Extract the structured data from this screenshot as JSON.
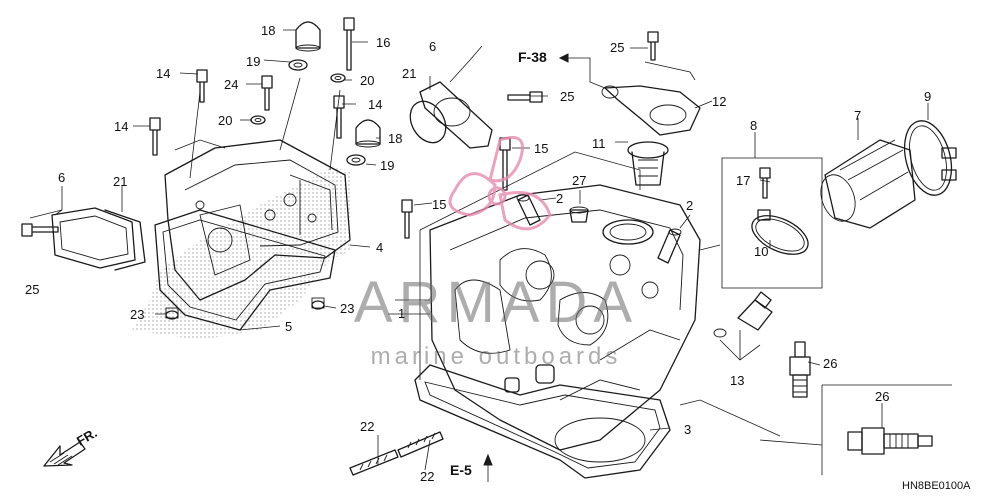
{
  "callouts": [
    {
      "id": "c18a",
      "text": "18"
    },
    {
      "id": "c16",
      "text": "16"
    },
    {
      "id": "c19a",
      "text": "19"
    },
    {
      "id": "c20a",
      "text": "20"
    },
    {
      "id": "c14a",
      "text": "14"
    },
    {
      "id": "c24",
      "text": "24"
    },
    {
      "id": "c14b",
      "text": "14"
    },
    {
      "id": "c14c",
      "text": "14"
    },
    {
      "id": "c20b",
      "text": "20"
    },
    {
      "id": "c18b",
      "text": "18"
    },
    {
      "id": "c19b",
      "text": "19"
    },
    {
      "id": "c4",
      "text": "4"
    },
    {
      "id": "c6a",
      "text": "6"
    },
    {
      "id": "c21a",
      "text": "21"
    },
    {
      "id": "c25a",
      "text": "25"
    },
    {
      "id": "c23a",
      "text": "23"
    },
    {
      "id": "c23b",
      "text": "23"
    },
    {
      "id": "c5",
      "text": "5"
    },
    {
      "id": "c6b",
      "text": "6"
    },
    {
      "id": "c21b",
      "text": "21"
    },
    {
      "id": "c25b",
      "text": "25"
    },
    {
      "id": "c15a",
      "text": "15"
    },
    {
      "id": "c15b",
      "text": "15"
    },
    {
      "id": "c2a",
      "text": "2"
    },
    {
      "id": "c27",
      "text": "27"
    },
    {
      "id": "c2b",
      "text": "2"
    },
    {
      "id": "c1",
      "text": "1"
    },
    {
      "id": "c25c",
      "text": "25"
    },
    {
      "id": "c12",
      "text": "12"
    },
    {
      "id": "c11",
      "text": "11"
    },
    {
      "id": "c8",
      "text": "8"
    },
    {
      "id": "c17",
      "text": "17"
    },
    {
      "id": "c10",
      "text": "10"
    },
    {
      "id": "c7",
      "text": "7"
    },
    {
      "id": "c9",
      "text": "9"
    },
    {
      "id": "c13",
      "text": "13"
    },
    {
      "id": "c26a",
      "text": "26"
    },
    {
      "id": "c26b",
      "text": "26"
    },
    {
      "id": "c3",
      "text": "3"
    },
    {
      "id": "c22a",
      "text": "22"
    },
    {
      "id": "c22b",
      "text": "22"
    }
  ],
  "refs": {
    "f38": "F-38",
    "e5": "E-5",
    "fr": "FR."
  },
  "diagram_code": "HN8BE0100A",
  "watermark": {
    "brand": "ARMADA",
    "tagline": "marine outboards"
  },
  "colors": {
    "ink": "#1a1a1a",
    "watermark": "#6b6b6b",
    "logo": "#e88bb0"
  }
}
